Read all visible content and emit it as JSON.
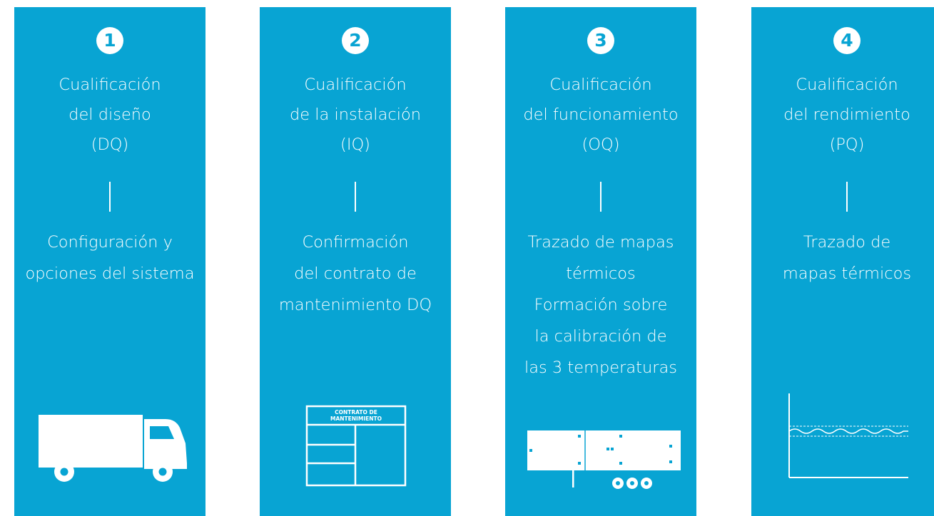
{
  "colors": {
    "panel": "#08a4d3",
    "foreground": "#ffffff"
  },
  "steps": [
    {
      "number": "1",
      "title": "Cualificación\ndel diseño\n(DQ)",
      "description": "Configuración y\nopciones del sistema",
      "icon": "truck-icon"
    },
    {
      "number": "2",
      "title": "Cualificación\nde la instalación\n(IQ)",
      "description": "Confirmación\ndel contrato de\nmantenimiento DQ",
      "icon": "contract-document-icon"
    },
    {
      "number": "3",
      "title": "Cualificación\ndel funcionamiento\n(OQ)",
      "description": "Trazado de mapas\ntérmicos\nFormación sobre\nla calibración de\nlas 3 temperaturas",
      "icon": "trailer-icon"
    },
    {
      "number": "4",
      "title": "Cualificación\ndel rendimiento\n(PQ)",
      "description": "Trazado de\nmapas térmicos",
      "icon": "temperature-chart-icon"
    }
  ],
  "contract_doc": {
    "header_line1": "CONTRATO DE",
    "header_line2": "MANTENIMIENTO"
  }
}
